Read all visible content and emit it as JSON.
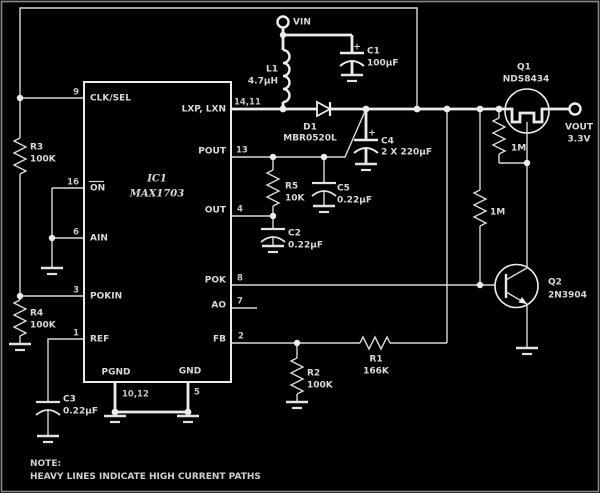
{
  "colors": {
    "background": "#000000",
    "wire": "#d9d9d9",
    "heavy_wire": "#ececec",
    "text": "#d9d9d9",
    "border": "#8a8a8a"
  },
  "note": {
    "heading": "NOTE:",
    "text": "HEAVY LINES INDICATE HIGH CURRENT PATHS"
  },
  "terminals": {
    "vin": "VIN",
    "vout": "VOUT",
    "vout_voltage": "3.3V"
  },
  "ic": {
    "ref": "IC1",
    "part": "MAX1703",
    "pins": {
      "clksel": {
        "num": "9",
        "label": "CLK/SEL"
      },
      "on": {
        "num": "16",
        "label": "ON"
      },
      "ain": {
        "num": "6",
        "label": "AIN"
      },
      "pokin": {
        "num": "3",
        "label": "POKIN"
      },
      "ref": {
        "num": "1",
        "label": "REF"
      },
      "lx": {
        "num": "14,11",
        "label": "LXP, LXN"
      },
      "pout": {
        "num": "13",
        "label": "POUT"
      },
      "out": {
        "num": "4",
        "label": "OUT"
      },
      "pok": {
        "num": "8",
        "label": "POK"
      },
      "ao": {
        "num": "7",
        "label": "AO"
      },
      "fb": {
        "num": "2",
        "label": "FB"
      },
      "pgnd": {
        "num": "10,12",
        "label": "PGND"
      },
      "gnd": {
        "num": "5",
        "label": "GND"
      }
    }
  },
  "components": {
    "l1": {
      "ref": "L1",
      "value": "4.7µH"
    },
    "c1": {
      "ref": "C1",
      "value": "100µF",
      "polarity": "+"
    },
    "c2": {
      "ref": "C2",
      "value": "0.22µF"
    },
    "c3": {
      "ref": "C3",
      "value": "0.22µF"
    },
    "c4": {
      "ref": "C4",
      "value": "2 X 220µF",
      "polarity": "+"
    },
    "c5": {
      "ref": "C5",
      "value": "0.22µF"
    },
    "r1": {
      "ref": "R1",
      "value": "166K"
    },
    "r2": {
      "ref": "R2",
      "value": "100K"
    },
    "r3": {
      "ref": "R3",
      "value": "100K"
    },
    "r4": {
      "ref": "R4",
      "value": "100K"
    },
    "r5": {
      "ref": "R5",
      "value": "10K"
    },
    "r_gate_pullup": {
      "value": "1M"
    },
    "r_base_pullup": {
      "value": "1M"
    },
    "d1": {
      "ref": "D1",
      "value": "MBR0520L"
    },
    "q1": {
      "ref": "Q1",
      "value": "NDS8434"
    },
    "q2": {
      "ref": "Q2",
      "value": "2N3904"
    }
  }
}
